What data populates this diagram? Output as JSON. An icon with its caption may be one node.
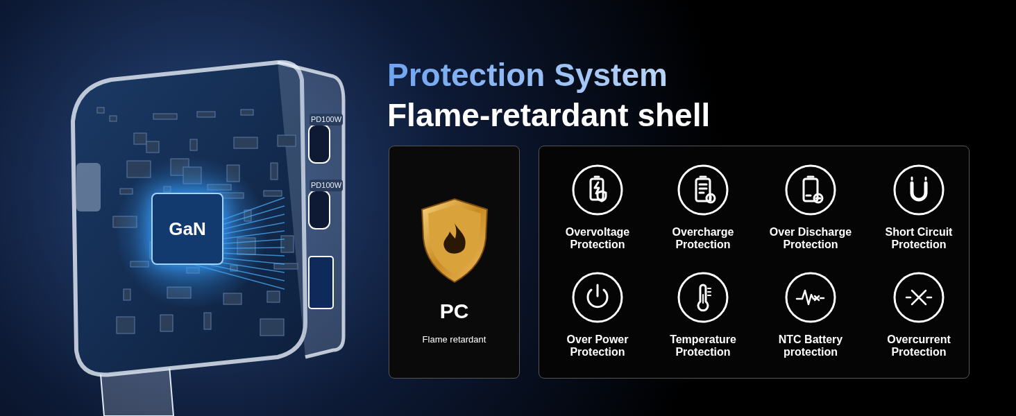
{
  "diagram": {
    "title": "Protection System",
    "nodes": [
      {
        "text": [
          "GaN"
        ]
      },
      {
        "text": [
          "PC",
          "Flame retardant"
        ]
      },
      {
        "text": [],
        "shape": "box"
      },
      {
        "text": [
          "Overvoltage Protection"
        ],
        "in": 2
      },
      {
        "text": [
          "Overcharge Protection"
        ],
        "in": 2
      },
      {
        "text": [
          "Over Discharge Protection"
        ],
        "in": 2
      },
      {
        "text": [
          "Short Circuit Protection"
        ],
        "in": 2
      },
      {
        "text": [
          "Over Power Protection"
        ],
        "in": 2
      },
      {
        "text": [
          "Temperature Protection"
        ],
        "in": 2
      },
      {
        "text": [
          "NTC Battery protection"
        ],
        "in": 2
      },
      {
        "text": [
          "Overcurrent Protection"
        ],
        "in": 2
      }
    ],
    "edges": [],
    "labels": [
      "Flame-retardant shell",
      "PD100W",
      "PD100W"
    ]
  }
}
